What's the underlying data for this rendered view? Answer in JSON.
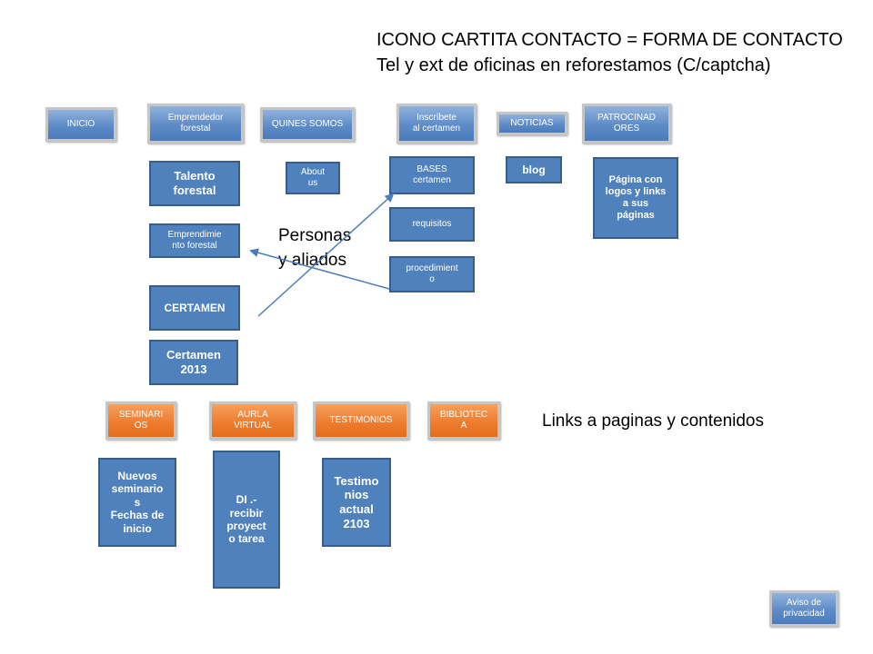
{
  "header": {
    "line1": "ICONO CARTITA  CONTACTO = FORMA DE CONTACTO",
    "line2": "Tel y ext de oficinas en reforestamos  (C/captcha)"
  },
  "nav": {
    "inicio": "INICIO",
    "emprendedor": "Emprendedor\nforestal",
    "quienes": "QUINES SOMOS",
    "inscribete": "Inscríbete\nal certamen",
    "noticias": "NOTICIAS",
    "patrocinadores": "PATROCINAD\nORES"
  },
  "emprendedor_items": {
    "talento": "Talento\nforestal",
    "emprendimiento": "Emprendimie\nnto forestal",
    "certamen": "CERTAMEN",
    "certamen2013": "Certamen\n2013"
  },
  "quienes_items": {
    "about": "About\nus"
  },
  "inscribete_items": {
    "bases": "BASES\ncertamen",
    "requisitos": "requisitos",
    "procedimiento": "procedimient\no"
  },
  "noticias_items": {
    "blog": "blog"
  },
  "patrocinadores_items": {
    "pagina": "Página con\nlogos y links\na sus\npáginas"
  },
  "annotations": {
    "personas": "Personas\ny aliados",
    "links": "Links a paginas y contenidos"
  },
  "orange_nav": {
    "seminarios": "SEMINARI\nOS",
    "aula": "AURLA\nVIRTUAL",
    "testimonios": "TESTIMONIOS",
    "biblioteca": "BIBLIOTEC\nA"
  },
  "orange_items": {
    "nuevos": "Nuevos\nseminario\ns\nFechas de\ninicio",
    "di": "DI .-\nrecibir\nproyect\no tarea",
    "testimonios_actual": "Testimo\nnios\nactual\n2103"
  },
  "footer": {
    "aviso": "Aviso de\nprivacidad"
  },
  "colors": {
    "nav_blue": "#5e8bc6",
    "sub_blue": "#4f81bd",
    "orange": "#ee7d31",
    "arrow": "#4a7ebb"
  }
}
